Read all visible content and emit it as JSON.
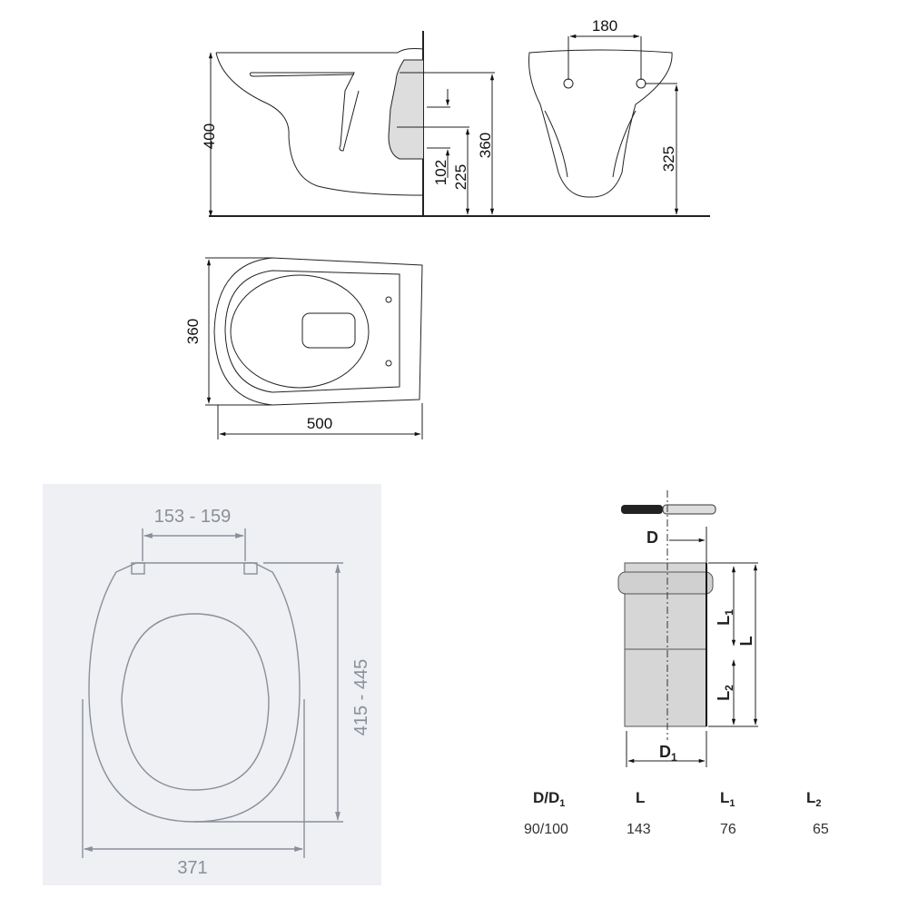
{
  "side_view": {
    "dims": {
      "height": "400",
      "outlet_height": "360",
      "inlet_height": "225",
      "inlet_offset": "102"
    }
  },
  "front_view": {
    "dims": {
      "bolt_spacing": "180",
      "bolt_height": "325"
    }
  },
  "top_view": {
    "dims": {
      "width": "360",
      "length": "500"
    }
  },
  "seat_view": {
    "dims": {
      "hinge_spacing": "153 - 159",
      "length": "415 - 445",
      "width": "371"
    },
    "line_color": "#8a8f99",
    "background": "#eef0f4"
  },
  "pipe_view": {
    "labels": {
      "D": "D",
      "D1": "D",
      "D1_sub": "1",
      "L": "L",
      "L1": "L",
      "L1_sub": "1",
      "L2": "L",
      "L2_sub": "2"
    },
    "table": {
      "headers": [
        {
          "main": "D/D",
          "sub": "1"
        },
        {
          "main": "L",
          "sub": ""
        },
        {
          "main": "L",
          "sub": "1"
        },
        {
          "main": "L",
          "sub": "2"
        }
      ],
      "values": [
        "90/100",
        "143",
        "76",
        "65"
      ]
    }
  }
}
